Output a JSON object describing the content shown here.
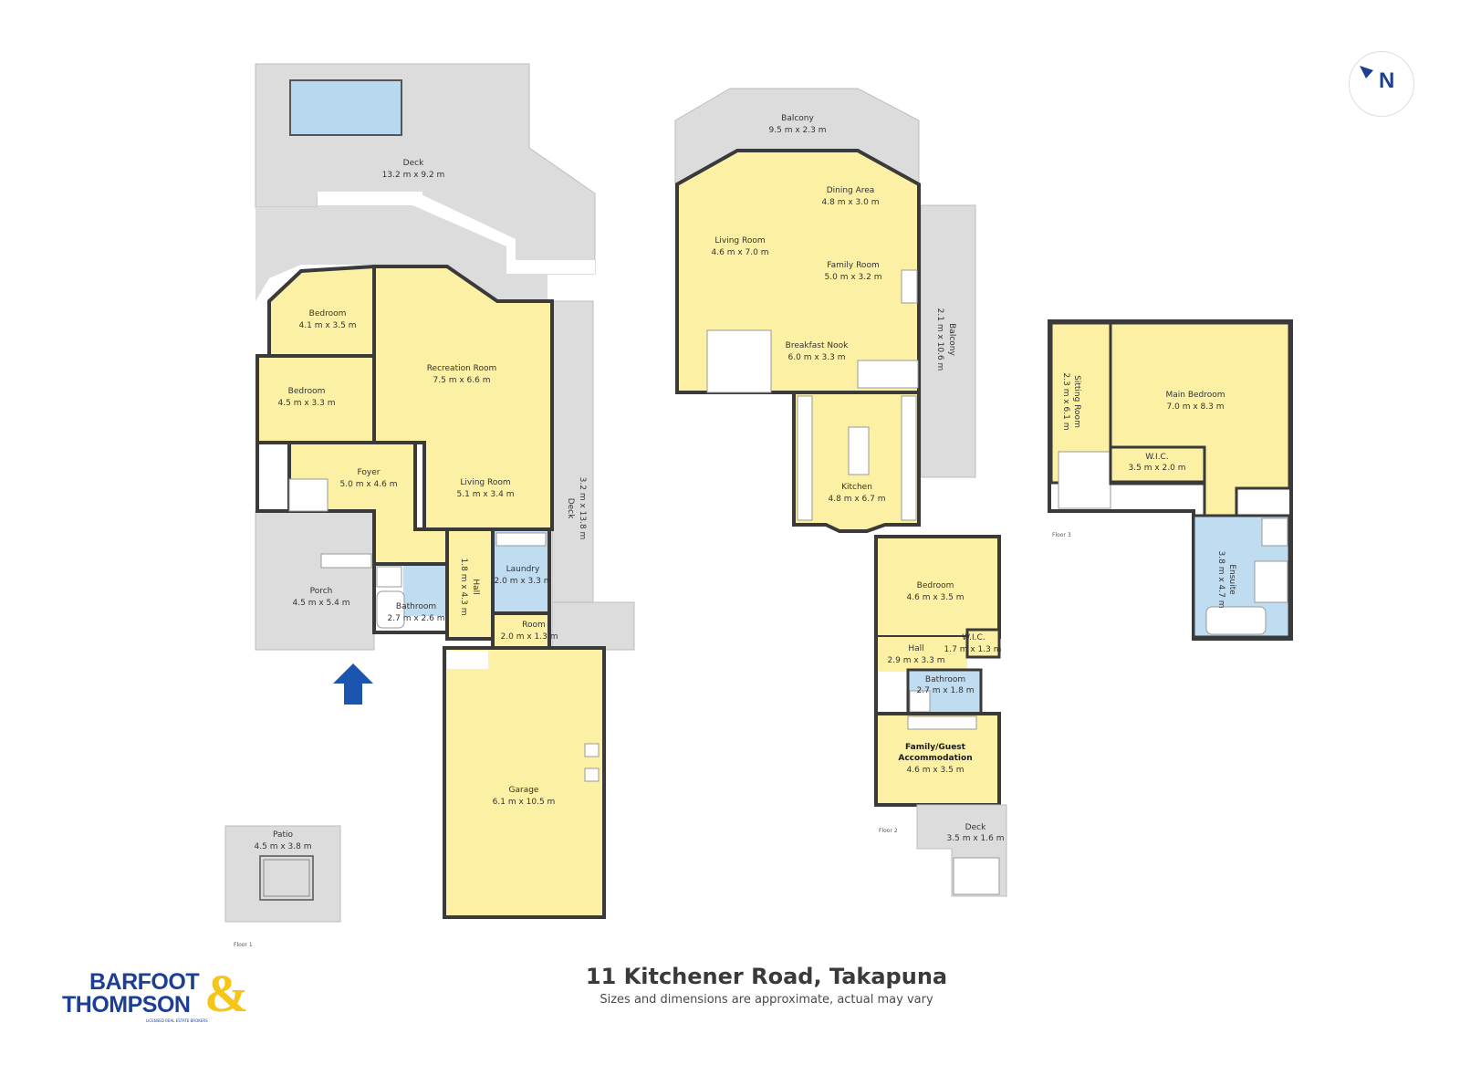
{
  "title": "11 Kitchener Road, Takapuna",
  "subtitle": "Sizes and dimensions are approximate, actual may vary",
  "brand": {
    "line1": "BARFOOT",
    "line2": "THOMPSON",
    "ampersand": "&",
    "tagline": "LICENSED REAL ESTATE BROKERS",
    "color_primary": "#1c3f94",
    "color_accent": "#f5c518"
  },
  "compass": {
    "letter": "N",
    "icon": "north-arrow-icon"
  },
  "colors": {
    "room": "#fbf0a3",
    "wet": "#bfdcf0",
    "outdoor": "#dcdcdc",
    "wall": "#3a3a3a",
    "pool": "#b8d8f0",
    "entry_arrow": "#1c55b0"
  },
  "floors": {
    "floor1": {
      "label": "Floor 1",
      "rooms": {
        "deck_main": {
          "name": "Deck",
          "dims": "13.2 m x 9.2 m"
        },
        "bedroom1": {
          "name": "Bedroom",
          "dims": "4.1 m x 3.5 m"
        },
        "bedroom2": {
          "name": "Bedroom",
          "dims": "4.5 m x 3.3 m"
        },
        "recreation": {
          "name": "Recreation Room",
          "dims": "7.5 m x 6.6 m"
        },
        "living": {
          "name": "Living Room",
          "dims": "5.1 m x 3.4 m"
        },
        "foyer": {
          "name": "Foyer",
          "dims": "5.0 m x 4.6 m"
        },
        "deck_side": {
          "name": "Deck",
          "dims": "3.2 m x 13.8 m"
        },
        "hall": {
          "name": "Hall",
          "dims": "1.8 m x 4.3 m"
        },
        "laundry": {
          "name": "Laundry",
          "dims": "2.0 m x 3.3 m"
        },
        "porch": {
          "name": "Porch",
          "dims": "4.5 m x 5.4 m"
        },
        "bathroom": {
          "name": "Bathroom",
          "dims": "2.7 m x 2.6 m"
        },
        "room": {
          "name": "Room",
          "dims": "2.0 m x 1.3 m"
        },
        "garage": {
          "name": "Garage",
          "dims": "6.1 m x 10.5 m"
        },
        "patio": {
          "name": "Patio",
          "dims": "4.5 m x 3.8 m"
        }
      }
    },
    "floor2": {
      "label": "Floor 2",
      "rooms": {
        "balcony_top": {
          "name": "Balcony",
          "dims": "9.5 m x 2.3 m"
        },
        "dining": {
          "name": "Dining Area",
          "dims": "4.8 m x 3.0 m"
        },
        "living": {
          "name": "Living Room",
          "dims": "4.6 m x 7.0 m"
        },
        "family": {
          "name": "Family Room",
          "dims": "5.0 m x 3.2 m"
        },
        "breakfast": {
          "name": "Breakfast Nook",
          "dims": "6.0 m x 3.3 m"
        },
        "balcony_side": {
          "name": "Balcony",
          "dims": "2.1 m x 10.6 m"
        },
        "kitchen": {
          "name": "Kitchen",
          "dims": "4.8 m x 6.7 m"
        },
        "bedroom": {
          "name": "Bedroom",
          "dims": "4.6 m x 3.5 m"
        },
        "hall": {
          "name": "Hall",
          "dims": "2.9 m x 3.3 m"
        },
        "wic": {
          "name": "W.I.C.",
          "dims": "1.7 m x 1.3 m"
        },
        "bathroom": {
          "name": "Bathroom",
          "dims": "2.7 m x 1.8 m"
        },
        "family_guest_1": "Family/Guest",
        "family_guest_2": "Accommodation",
        "family_guest_dims": "4.6 m x 3.5 m",
        "deck": {
          "name": "Deck",
          "dims": "3.5 m x 1.6 m"
        }
      }
    },
    "floor3": {
      "label": "Floor 3",
      "rooms": {
        "sitting": {
          "name": "Sitting Room",
          "dims": "2.3 m x 6.1 m"
        },
        "main_bedroom": {
          "name": "Main Bedroom",
          "dims": "7.0 m x 8.3 m"
        },
        "wic": {
          "name": "W.I.C.",
          "dims": "3.5 m x 2.0 m"
        },
        "ensuite": {
          "name": "Ensuite",
          "dims": "3.8 m x 4.7 m"
        }
      }
    }
  }
}
